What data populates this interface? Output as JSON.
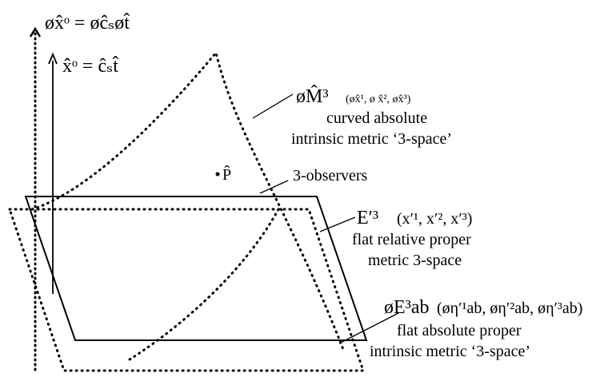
{
  "axes": {
    "outer_axis_label": "øx̂ᵒ = øĉₛøt̂",
    "inner_axis_label": "x̂ᵒ = ĉₛt̂"
  },
  "point": {
    "label": "P̂"
  },
  "curved_space": {
    "symbol": "øM̂³",
    "coords": "(øx̂¹, ø x̂², øx̂³)",
    "line1": "curved absolute",
    "line2": "intrinsic metric ‘3-space’"
  },
  "observers": {
    "label": "3-observers"
  },
  "relative_space": {
    "symbol": "E′³",
    "coords": "(x′¹, x′², x′³)",
    "line1": "flat relative proper",
    "line2": "metric 3-space"
  },
  "absolute_space": {
    "symbol": "øE³ab",
    "coords": "(øη′¹ab, øη′²ab, øη′³ab)",
    "line1": "flat absolute proper",
    "line2": "intrinsic metric ‘3-space’"
  }
}
